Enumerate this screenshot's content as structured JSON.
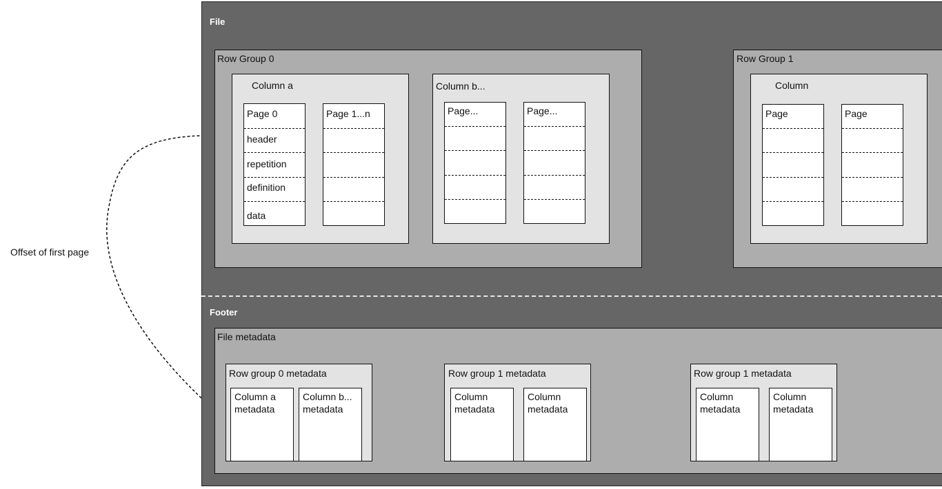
{
  "file": {
    "label": "File"
  },
  "side_label": "Offset of first page",
  "row_group_0": {
    "label": "Row Group 0",
    "column_a": {
      "label": "Column a",
      "page_0": {
        "label": "Page 0",
        "sections": [
          "header",
          "repetition",
          "definition",
          "data"
        ]
      },
      "page_1": {
        "label": "Page 1...n"
      }
    },
    "column_b": {
      "label": "Column b...",
      "page_1": {
        "label": "Page..."
      },
      "page_2": {
        "label": "Page..."
      }
    }
  },
  "row_group_1": {
    "label": "Row Group 1",
    "column": {
      "label": "Column",
      "page_1": {
        "label": "Page"
      },
      "page_2": {
        "label": "Page"
      }
    }
  },
  "footer": {
    "label": "Footer",
    "file_metadata": {
      "label": "File metadata",
      "groups": [
        {
          "label": "Row group 0 metadata",
          "col1": [
            "Column a",
            "metadata"
          ],
          "col2": [
            "Column b...",
            "metadata"
          ]
        },
        {
          "label": "Row group 1 metadata",
          "col1": [
            "Column",
            "metadata"
          ],
          "col2": [
            "Column",
            "metadata"
          ]
        },
        {
          "label": "Row group 1 metadata",
          "col1": [
            "Column",
            "metadata"
          ],
          "col2": [
            "Column",
            "metadata"
          ]
        }
      ]
    }
  }
}
